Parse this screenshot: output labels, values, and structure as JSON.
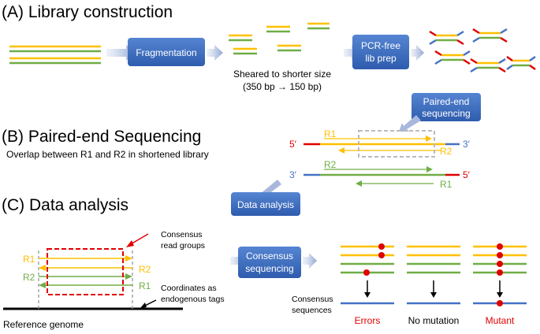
{
  "titles": {
    "a": "(A) Library construction",
    "b": "(B) Paired-end Sequencing",
    "c": "(C) Data analysis"
  },
  "boxes": {
    "fragmentation": "Fragmentation",
    "pcr_line1": "PCR-free",
    "pcr_line2": "lib prep",
    "paired_line1": "Paired-end",
    "paired_line2": "sequencing",
    "data_analysis": "Data analysis",
    "consensus_line1": "Consensus",
    "consensus_line2": "sequencing"
  },
  "texts": {
    "sheared_line1": "Sheared to shorter size",
    "sheared_line2": "(350 bp → 150 bp)",
    "overlap": "Overlap between R1 and R2 in shortened library",
    "consensus_groups_line1": "Consensus",
    "consensus_groups_line2": "read groups",
    "coordinates_line1": "Coordinates as",
    "coordinates_line2": "endogenous tags",
    "reference_genome": "Reference genome",
    "consensus_seq_line1": "Consensus",
    "consensus_seq_line2": "sequences"
  },
  "strand_labels": {
    "five_prime": "5′",
    "three_prime": "3′",
    "r1": "R1",
    "r2": "R2"
  },
  "outcomes": {
    "errors": "Errors",
    "no_mutation": "No mutation",
    "mutant": "Mutant"
  },
  "colors": {
    "yellow": "#FFC000",
    "green": "#70AD47",
    "blue": "#4472C4",
    "red": "#E00000",
    "box": "#3F6FC0"
  }
}
